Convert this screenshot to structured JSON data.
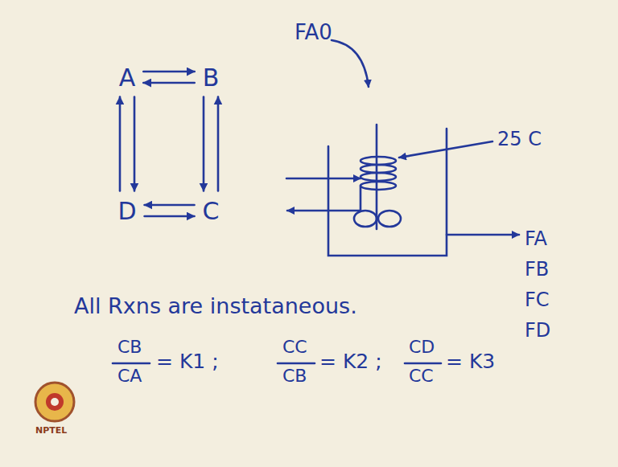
{
  "diagram": {
    "nodes": [
      {
        "text": [
          "A"
        ]
      },
      {
        "text": [
          "B"
        ]
      },
      {
        "text": [
          "D"
        ]
      },
      {
        "text": [
          "C"
        ]
      }
    ],
    "edges": [
      {
        "from": 0,
        "to": 1,
        "arrow": "to"
      },
      {
        "from": 1,
        "to": 0,
        "arrow": "to"
      },
      {
        "from": 2,
        "to": 0,
        "arrow": "to"
      },
      {
        "from": 0,
        "to": 2,
        "arrow": "to"
      },
      {
        "from": 1,
        "to": 3,
        "arrow": "to"
      },
      {
        "from": 3,
        "to": 1,
        "arrow": "to"
      },
      {
        "from": 3,
        "to": 2,
        "arrow": "to"
      },
      {
        "from": 2,
        "to": 3,
        "arrow": "to"
      }
    ],
    "labels": [
      "FA0",
      "25 C",
      "FA",
      "FB",
      "FC",
      "FD",
      "All Rxns are instataneous.",
      "CB",
      "CA",
      "= K1 ;",
      "CC",
      "CB",
      "= K2 ;",
      "CD",
      "CC",
      "= K3",
      "NPTEL"
    ]
  }
}
